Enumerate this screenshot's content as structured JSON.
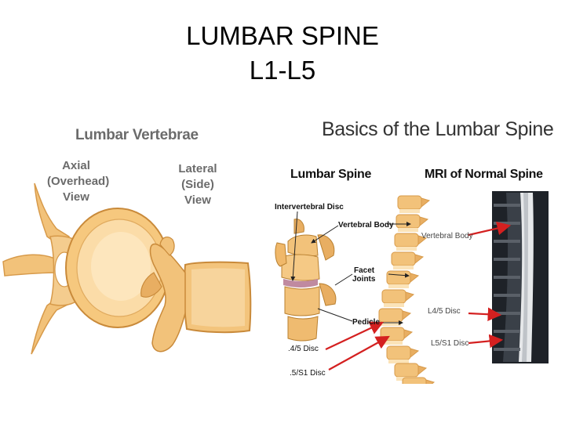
{
  "title": {
    "line1": "LUMBAR SPINE",
    "line2": "L1-L5"
  },
  "left_panel": {
    "heading": "Lumbar Vertebrae",
    "axial": [
      "Axial",
      "(Overhead)",
      "View"
    ],
    "lateral": [
      "Lateral",
      "(Side)",
      "View"
    ]
  },
  "right_panel": {
    "heading": "Basics of the Lumbar Spine",
    "sub_left": "Lumbar Spine",
    "sub_right": "MRI of Normal Spine",
    "labels": {
      "intervertebral_disc": "Intervertebral Disc",
      "vertebral_body": "Vertebral Body",
      "facet_joints_1": "Facet",
      "facet_joints_2": "Joints",
      "pedicle": "Pedicle",
      "l45_left": ".4/5 Disc",
      "l5s1_left": ".5/S1 Disc",
      "mri_vertebral_body": "Vertebral Body",
      "mri_l45": "L4/5 Disc",
      "mri_l5s1": "L5/S1 Disc"
    }
  },
  "colors": {
    "bone": "#f2c27a",
    "bone_dark": "#d79a4a",
    "arrow": "#d42020",
    "mri_bg": "#1e2228"
  }
}
